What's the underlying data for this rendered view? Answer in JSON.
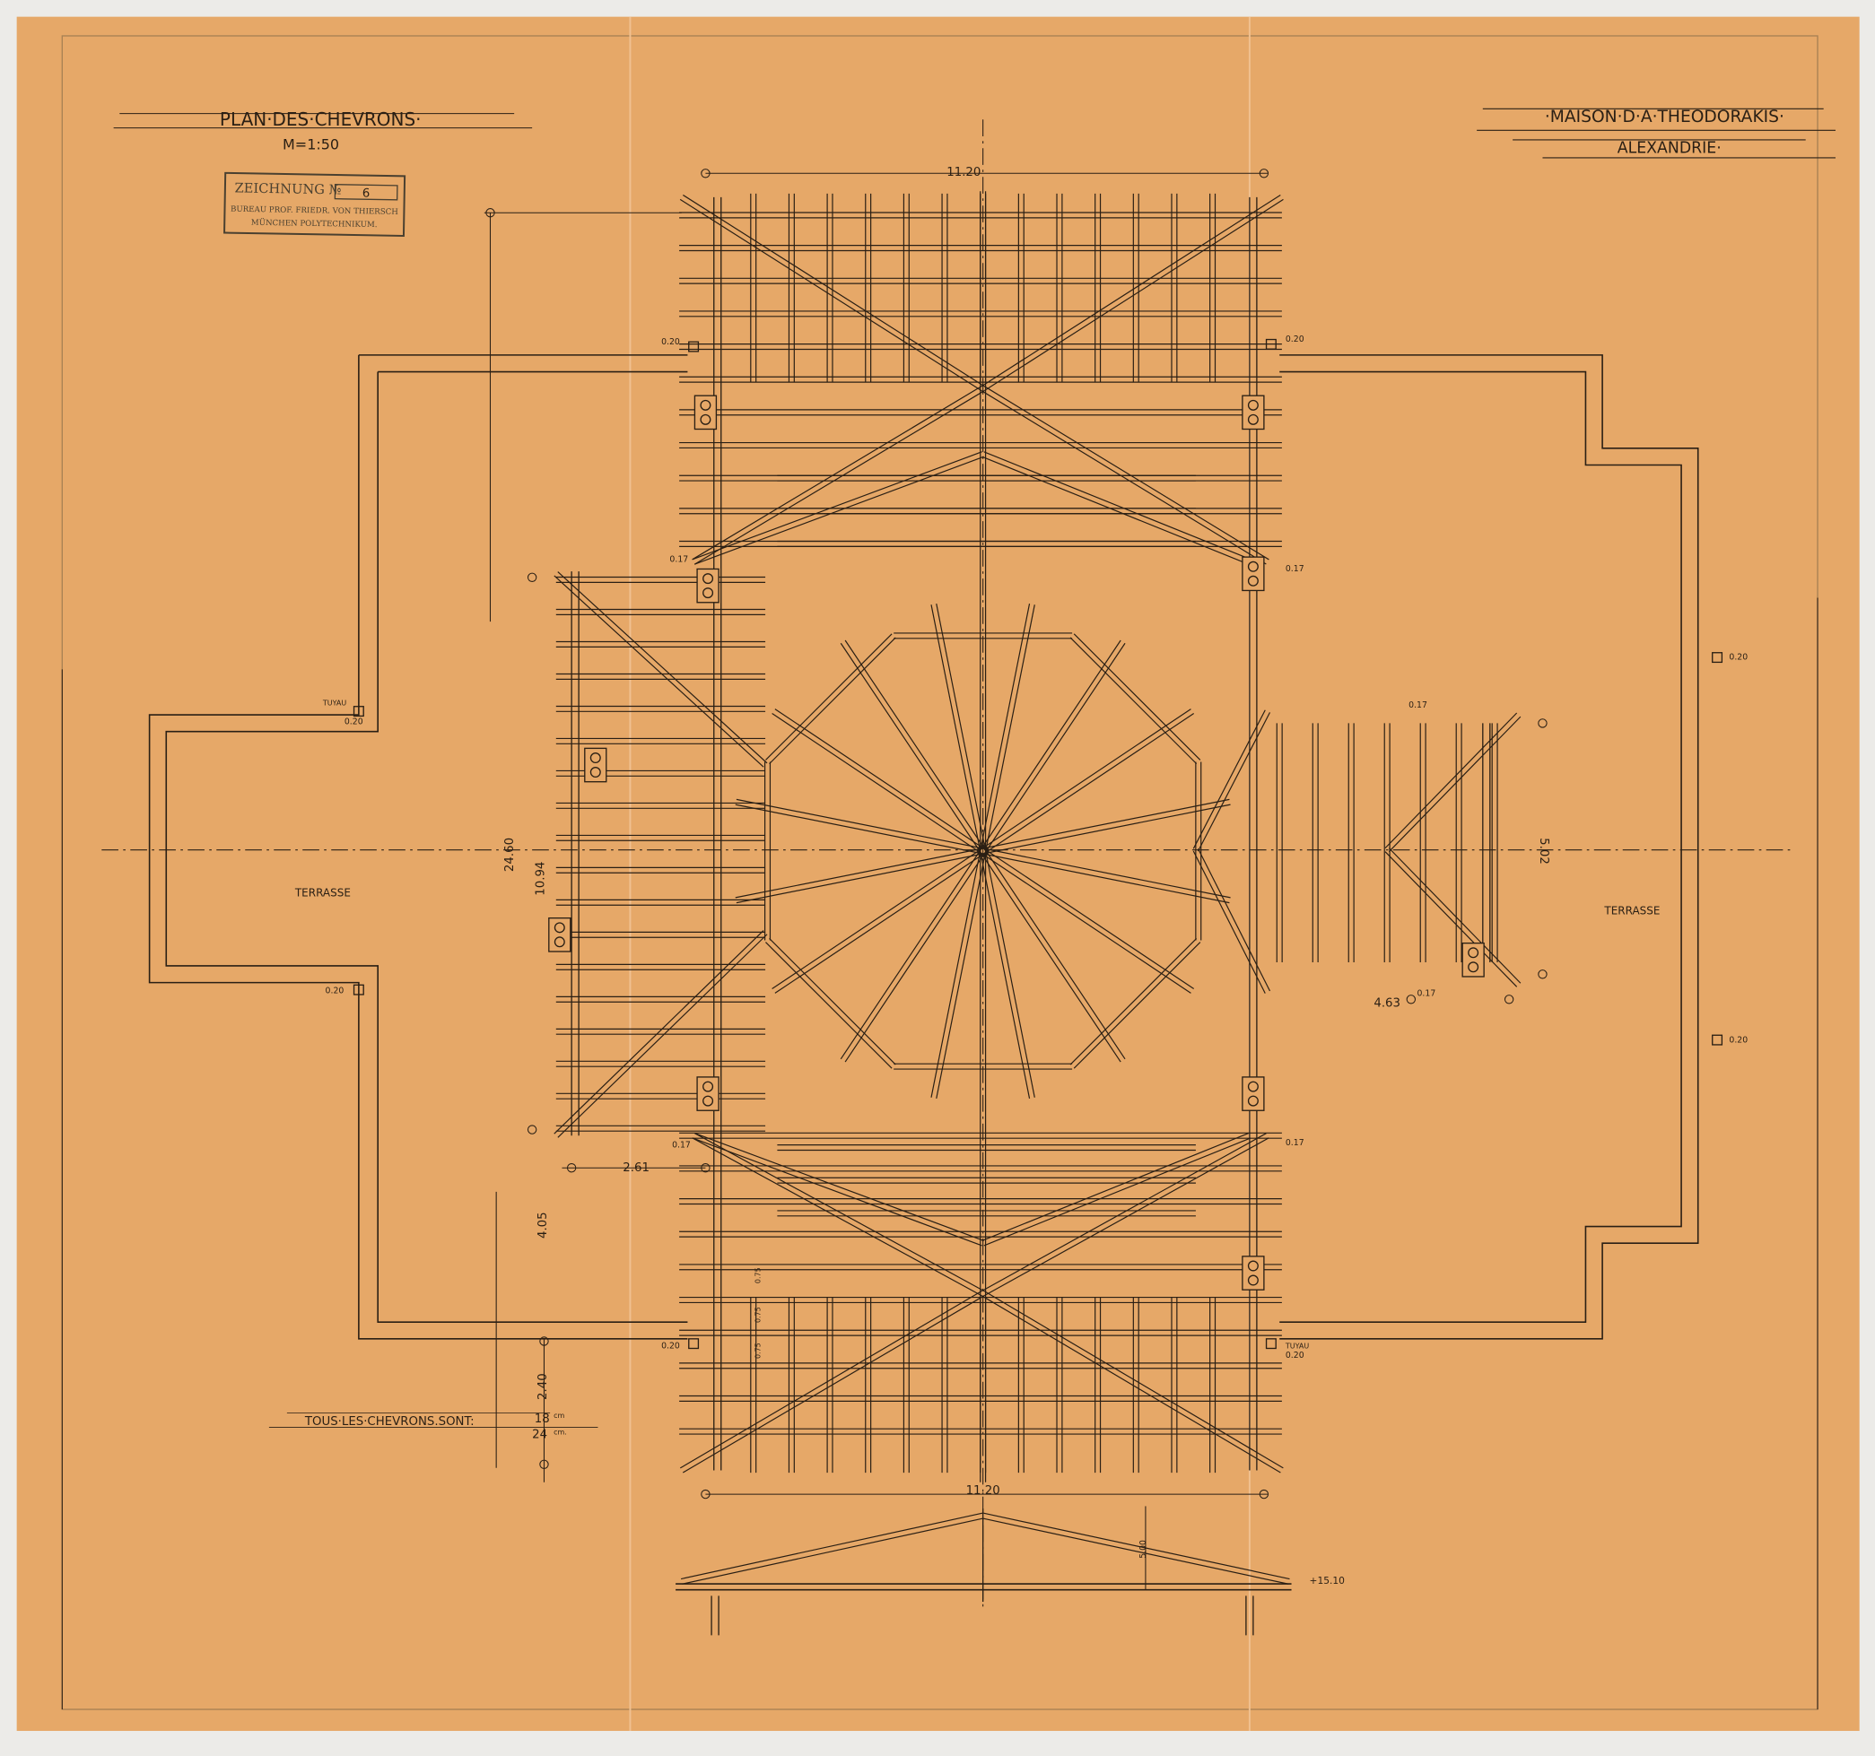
{
  "title": {
    "plan": "PLAN·DES·CHEVRONS·",
    "scale": "M=1:50",
    "project": "·MAISON·D·A·THEODORAKIS·",
    "city": "ALEXANDRIE·"
  },
  "stamp": {
    "heading": "ZEICHNUNG №",
    "number": "6",
    "line1": "BUREAU PROF. FRIEDR. VON THIERSCH",
    "line2": "MÜNCHEN POLYTECHNIKUM."
  },
  "note": {
    "text": "TOUS·LES·CHEVRONS.SONT:",
    "num": "18",
    "den": "24",
    "unit_top": "cm",
    "unit_bottom": "cm."
  },
  "dimensions": {
    "top_width": "11.20",
    "bottom_width": "11.20",
    "total_length": "24.60",
    "center_length": "10.94",
    "lower_length": "4.05",
    "end_length": "2.40",
    "left_wing": "2.61",
    "right_wing": "4.63",
    "right_wing_width": "5.02",
    "spacing": [
      "0.75",
      "0.75",
      "0.75"
    ],
    "section_height": "5.00",
    "eave_level": "+15.10"
  },
  "labels": {
    "terrace_left": "TERRASSE",
    "terrace_right": "TERRASSE",
    "tuyau_left": "TUYAU",
    "tuyau_right": "TUYAU",
    "pipe_020": [
      "0.20",
      "0.20",
      "0.20",
      "0.20",
      "0.20",
      "0.20",
      "0.20",
      "0.20"
    ],
    "pipe_017": [
      "0.17",
      "0.17",
      "0.17",
      "0.17",
      "0.17",
      "0.17"
    ]
  },
  "colors": {
    "paper": "#e6a868",
    "ink": "#2a1f14"
  }
}
